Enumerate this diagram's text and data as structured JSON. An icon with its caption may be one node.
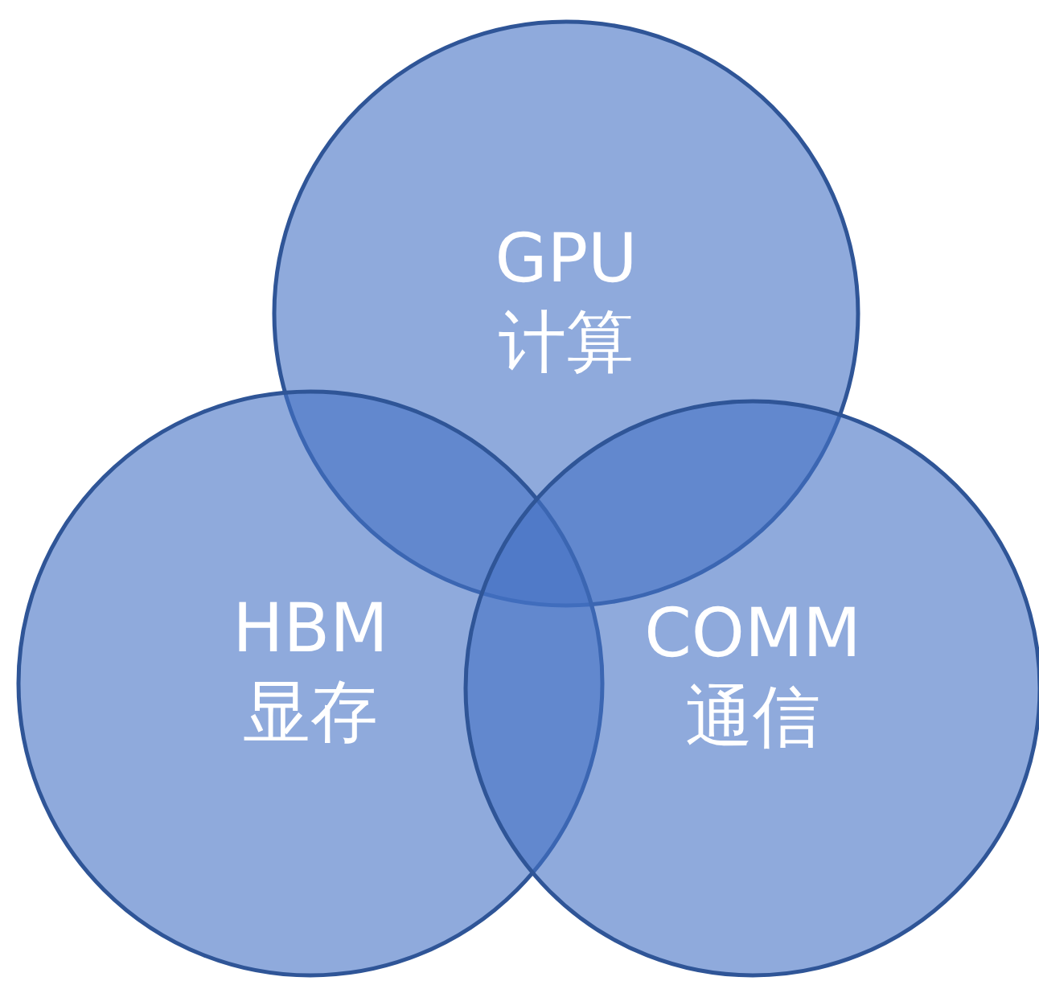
{
  "diagram": {
    "nodes": [
      {
        "text": [
          "GPU",
          "计算"
        ]
      },
      {
        "text": [
          "HBM",
          "显存"
        ]
      },
      {
        "text": [
          "COMM",
          "通信"
        ]
      }
    ]
  }
}
